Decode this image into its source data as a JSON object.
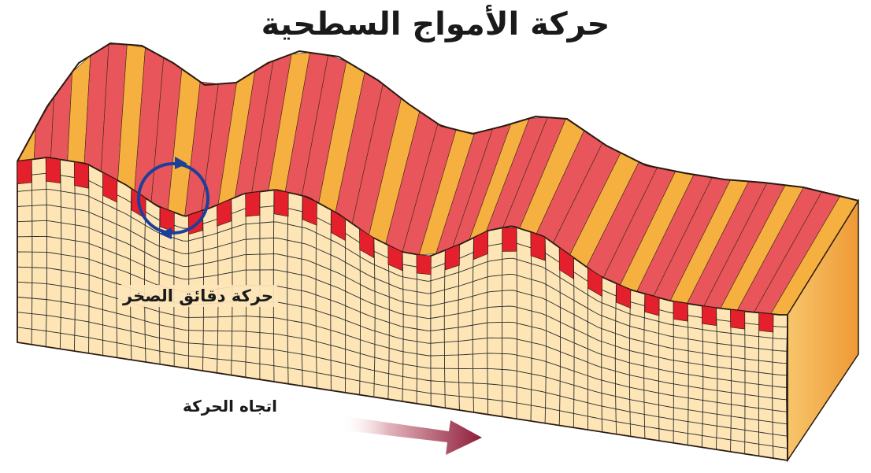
{
  "title": "حركة الأمواج السطحية",
  "labels": {
    "particle_motion": "حركة دقائق الصخر",
    "direction": "اتجاه الحركة"
  },
  "colors": {
    "surface_light": "#f5b040",
    "surface_stripe": "#e8555a",
    "block_face": "#fde5b6",
    "grid_line": "#2a2a2a",
    "end_face": "#f3a94a",
    "red_marks": "#e3202c",
    "orbit_circle": "#1c3f9b",
    "arrow": "#8e1d3a"
  },
  "icons": {
    "orbit": "circular-orbit-arrows",
    "direction": "right-arrow"
  }
}
